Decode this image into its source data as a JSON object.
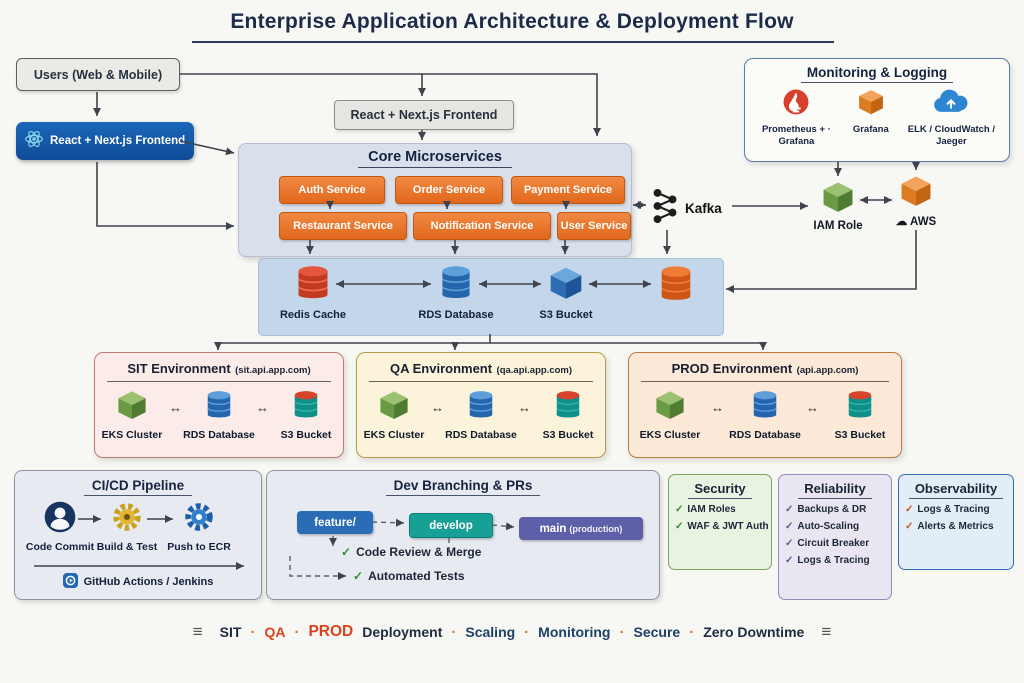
{
  "title": "Enterprise Application Architecture & Deployment Flow",
  "icons": {
    "check": "✓",
    "arrow_lr": "↔",
    "lines": "≡",
    "cloud": "☁"
  },
  "nodes": {
    "users": "Users (Web & Mobile)",
    "frontend_badge": "React + Next.js Frontend",
    "frontend_box": "React + Next.js Frontend",
    "kafka": "Kafka",
    "iam_role": "IAM Role",
    "aws": "AWS"
  },
  "microservices": {
    "title": "Core Microservices",
    "services": [
      "Auth Service",
      "Order Service",
      "Payment Service",
      "Restaurant Service",
      "Notification Service",
      "User Service"
    ]
  },
  "monitoring": {
    "title": "Monitoring & Logging",
    "items": [
      {
        "label": "Prometheus + · Grafana"
      },
      {
        "label": "Grafana"
      },
      {
        "label": "ELK / CloudWatch / Jaeger"
      }
    ]
  },
  "data_layer": {
    "items": [
      {
        "label": "Redis Cache"
      },
      {
        "label": "RDS Database"
      },
      {
        "label": "S3 Bucket"
      }
    ]
  },
  "environments": [
    {
      "name": "SIT Environment",
      "domain": "(sit.api.app.com)",
      "resources": [
        "EKS Cluster",
        "RDS Database",
        "S3 Bucket"
      ]
    },
    {
      "name": "QA Environment",
      "domain": "(qa.api.app.com)",
      "resources": [
        "EKS Cluster",
        "RDS Database",
        "S3 Bucket"
      ]
    },
    {
      "name": "PROD Environment",
      "domain": "(api.app.com)",
      "resources": [
        "EKS Cluster",
        "RDS Database",
        "S3 Bucket"
      ]
    }
  ],
  "cicd": {
    "title": "CI/CD Pipeline",
    "steps": [
      "Code Commit",
      "Build & Test",
      "Push to ECR"
    ],
    "runner": "GitHub Actions / Jenkins"
  },
  "branching": {
    "title": "Dev Branching & PRs",
    "feature": "feature/",
    "develop": "develop",
    "main": "main",
    "main_suffix": "(production)",
    "review": "Code Review & Merge",
    "tests": "Automated Tests"
  },
  "pillars": [
    {
      "title": "Security",
      "items": [
        "IAM Roles",
        "WAF & JWT Auth"
      ]
    },
    {
      "title": "Reliability",
      "items": [
        "Backups & DR",
        "Auto-Scaling",
        "Circuit Breaker",
        "Logs & Tracing"
      ]
    },
    {
      "title": "Observability",
      "items": [
        "Logs & Tracing",
        "Alerts & Metrics"
      ]
    }
  ],
  "footer": {
    "segments": [
      "SIT",
      "·",
      "QA",
      "·",
      "PROD",
      "Deployment",
      "·",
      "Scaling",
      "·",
      "Monitoring",
      "·",
      "Secure",
      "·",
      "Zero Downtime"
    ]
  },
  "colors": {
    "service_orange": "#e8762d",
    "frontend_blue": "#1157a8",
    "navy": "#1d2d50",
    "sit_bg": "#fbecea",
    "qa_bg": "#fcf4da",
    "prod_bg": "#fce9d8",
    "security_green": "#2f8f3a",
    "reliability_purple": "#5f568f",
    "observability_orange": "#cf5417",
    "footer_highlight": "#d8431f"
  }
}
